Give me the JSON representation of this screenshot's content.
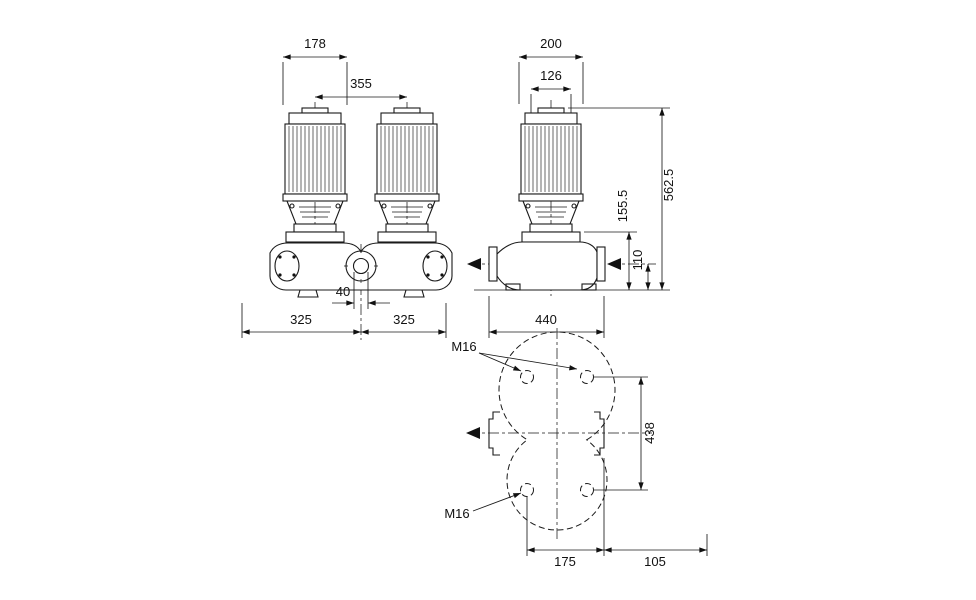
{
  "style": {
    "ink": "#1a1a1a",
    "background": "#ffffff"
  },
  "front_view": {
    "dims": {
      "motor_width": "178",
      "head_spacing": "355",
      "port_width": "40",
      "base_left": "325",
      "base_right": "325"
    }
  },
  "side_view": {
    "dims": {
      "motor_width": "200",
      "fan_cover_width": "126",
      "total_height": "562.5",
      "head_height": "155.5",
      "port_height": "110",
      "overall_length": "440"
    }
  },
  "top_view": {
    "labels": {
      "bolt_top": "M16",
      "bolt_bottom": "M16"
    },
    "dims": {
      "bolt_span_vertical": "438",
      "span_inner": "175",
      "span_outer": "105"
    }
  }
}
